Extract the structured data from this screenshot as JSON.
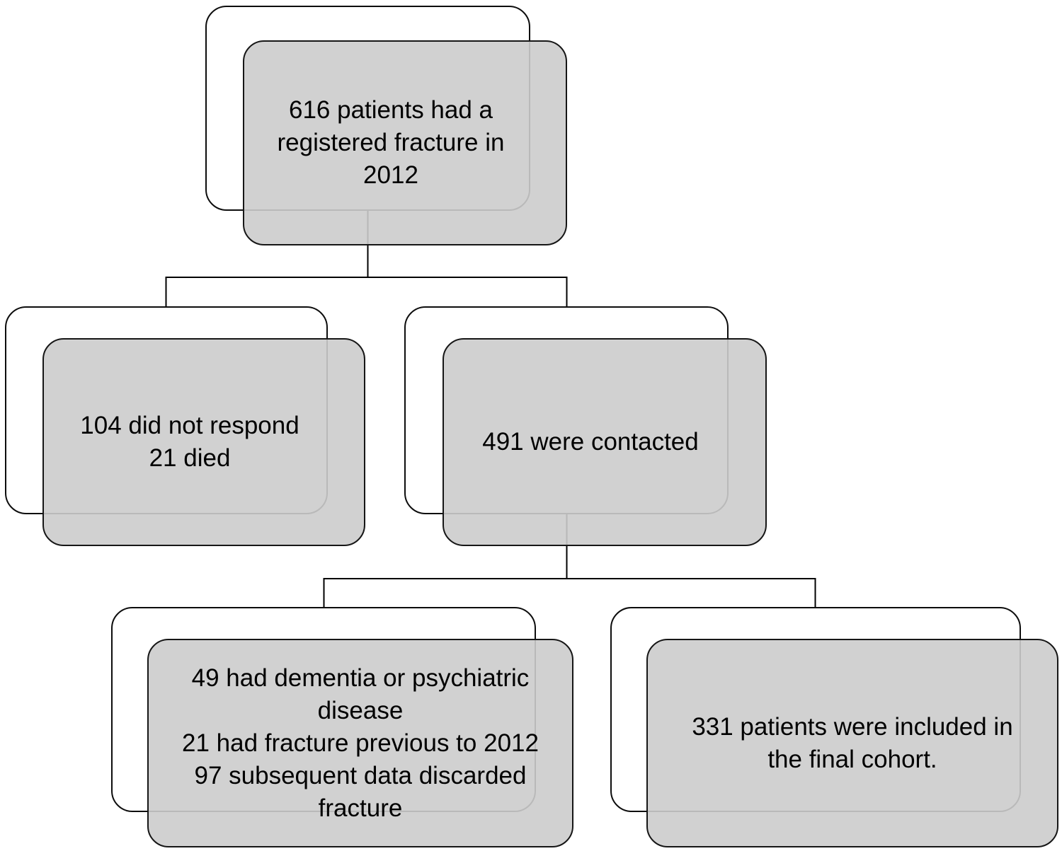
{
  "figure": {
    "type": "flow-diagram",
    "description": "Patient inclusion flowchart",
    "colors": {
      "background": "#ffffff",
      "card_fill": "#cccccc",
      "card_border": "#161616",
      "back_card_fill": "#ffffff",
      "back_card_border": "#0d0d0d",
      "connector": "#000000",
      "text": "#000000"
    },
    "nodes": [
      {
        "id": "registered-fracture",
        "text": "616 patients had a\nregistered fracture in\n2012"
      },
      {
        "id": "no-response-or-died",
        "text": "104 did not respond\n21 died"
      },
      {
        "id": "contacted",
        "text": "491 were contacted"
      },
      {
        "id": "excluded",
        "text": "49 had dementia or psychiatric\ndisease\n21 had fracture previous to 2012\n97 subsequent data discarded\nfracture"
      },
      {
        "id": "final-cohort",
        "text": "331 patients were included in\nthe final cohort."
      }
    ],
    "edges": [
      {
        "from": "registered-fracture",
        "to": "no-response-or-died"
      },
      {
        "from": "registered-fracture",
        "to": "contacted"
      },
      {
        "from": "contacted",
        "to": "excluded"
      },
      {
        "from": "contacted",
        "to": "final-cohort"
      }
    ]
  }
}
